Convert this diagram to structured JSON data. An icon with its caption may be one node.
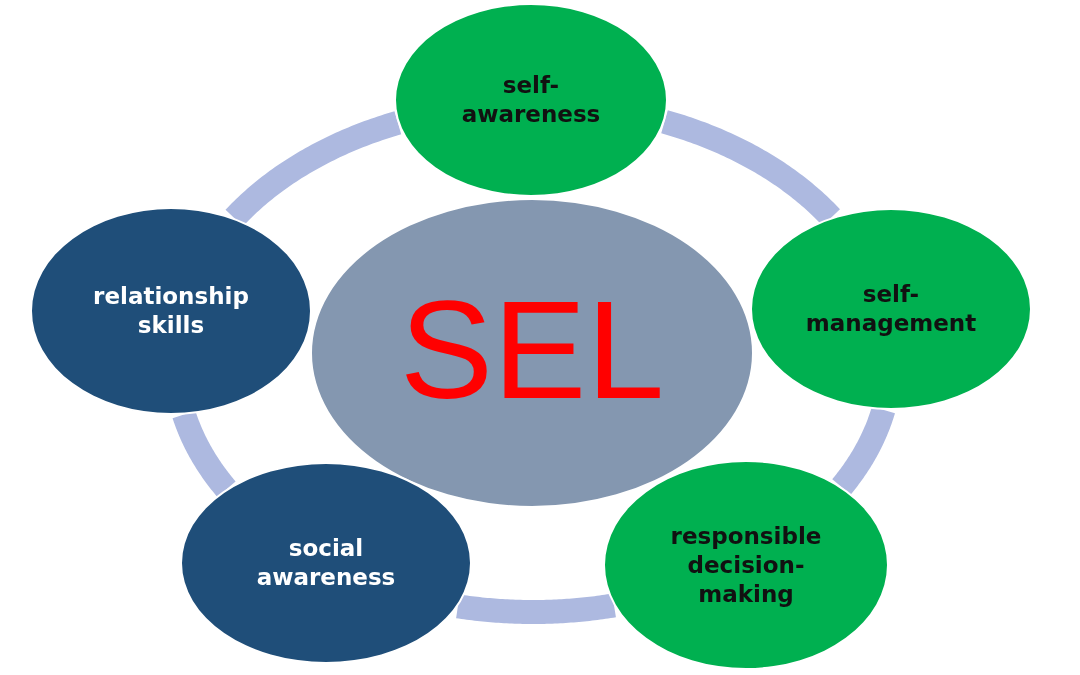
{
  "diagram": {
    "nodes": [
      {
        "text": [
          "SEL"
        ]
      },
      {
        "text": [
          "self-awareness"
        ]
      },
      {
        "text": [
          "self-management"
        ]
      },
      {
        "text": [
          "responsible decision-making"
        ]
      },
      {
        "text": [
          "social awareness"
        ]
      },
      {
        "text": [
          "relationship skills"
        ]
      }
    ],
    "edges": [
      {
        "from": 1,
        "to": 2,
        "arrow": "none"
      },
      {
        "from": 2,
        "to": 3,
        "arrow": "none"
      },
      {
        "from": 3,
        "to": 4,
        "arrow": "none"
      },
      {
        "from": 4,
        "to": 5,
        "arrow": "none"
      },
      {
        "from": 5,
        "to": 1,
        "arrow": "none"
      }
    ]
  }
}
